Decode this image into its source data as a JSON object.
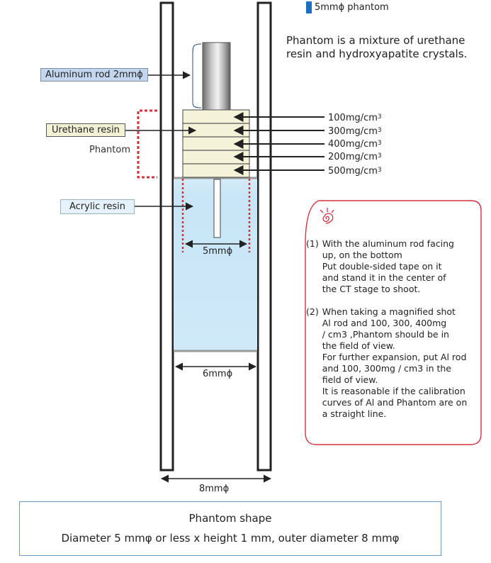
{
  "legend": {
    "swatch_color": "#1c6fc0",
    "label": "5mmϕ phantom"
  },
  "intro": {
    "text": "Phantom is a mixture of urethane resin and hydroxyapatite crystals."
  },
  "callouts": {
    "aluminum_rod": "Aluminum rod 2mmϕ",
    "urethane_resin": "Urethane resin",
    "phantom": "Phantom",
    "acrylic_resin": "Acrylic resin"
  },
  "concentrations": [
    {
      "value": "100mg/cm",
      "sup": "3"
    },
    {
      "value": "300mg/cm",
      "sup": "3"
    },
    {
      "value": "400mg/cm",
      "sup": "3"
    },
    {
      "value": "200mg/cm",
      "sup": "3"
    },
    {
      "value": "500mg/cm",
      "sup": "3"
    }
  ],
  "dimensions": {
    "inner_phantom": "5mmϕ",
    "inner_tube": "6mmϕ",
    "outer_tube": "8mmϕ"
  },
  "notes": {
    "icon": "idea-spiral-icon",
    "accent_color": "#d0333f",
    "items": [
      {
        "num": "(1)",
        "text": "With the aluminum rod facing\nup, on the bottom\nPut double-sided tape on it\nand stand it in the center of\nthe CT stage to shoot."
      },
      {
        "num": "(2)",
        "text": "When taking a magnified shot\nAl rod and 100, 300, 400mg\n/ cm3 ,Phantom should be in\nthe field of view.\nFor further expansion, put Al rod\nand 100, 300mg / cm3 in the\nfield of view.\nIt is reasonable if the calibration\ncurves of Al and Phantom are on\na straight line."
      }
    ]
  },
  "summary": {
    "title": "Phantom shape",
    "detail": "Diameter 5 mmφ or less x height 1 mm, outer diameter 8 mmφ"
  }
}
